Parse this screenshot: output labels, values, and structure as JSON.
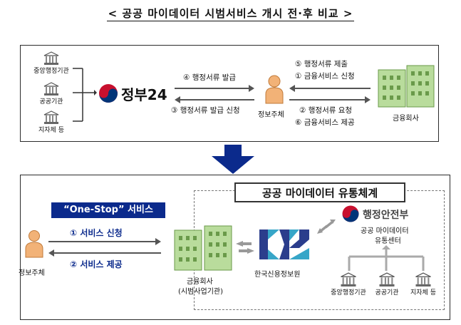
{
  "title": "< 공공 마이데이터 시범서비스 개시 전·후 비교 >",
  "before": {
    "institutions": [
      "중앙행정기관",
      "공공기관",
      "지자체 등"
    ],
    "gov24_label": "정부24",
    "arrow_issue": "④ 행정서류 발급",
    "arrow_request_issue": "③ 행정서류 발급 신청",
    "person_label": "정보주체",
    "arrow_submit": "⑤ 행정서류 제출",
    "arrow_apply": "① 금융서비스 신청",
    "arrow_request_docs": "② 행정서류 요청",
    "arrow_provide": "⑥ 금융서비스 제공",
    "bank_label": "금융회사"
  },
  "after": {
    "banner": "“One-Stop” 서비스",
    "person_label": "정보주체",
    "arrow_apply": "① 서비스 신청",
    "arrow_provide": "② 서비스 제공",
    "bank_label": "금융회사",
    "bank_sublabel": "(시범사업기관)",
    "system_title": "공공 마이데이터 유통체계",
    "kcis_label": "한국신용정보원",
    "mois_name": "행정안전부",
    "center_label_1": "공공 마이데이터",
    "center_label_2": "유통센터",
    "institutions": [
      "중앙행정기관",
      "공공기관",
      "지자체 등"
    ]
  },
  "colors": {
    "banner_bg": "#0b2a8c",
    "arrow_down": "#0b2a8c",
    "building_green": "#b9dc9c",
    "person_orange": "#f2b277",
    "kcis_blue": "#2b3d8c",
    "kcis_teal": "#37a6c8"
  }
}
